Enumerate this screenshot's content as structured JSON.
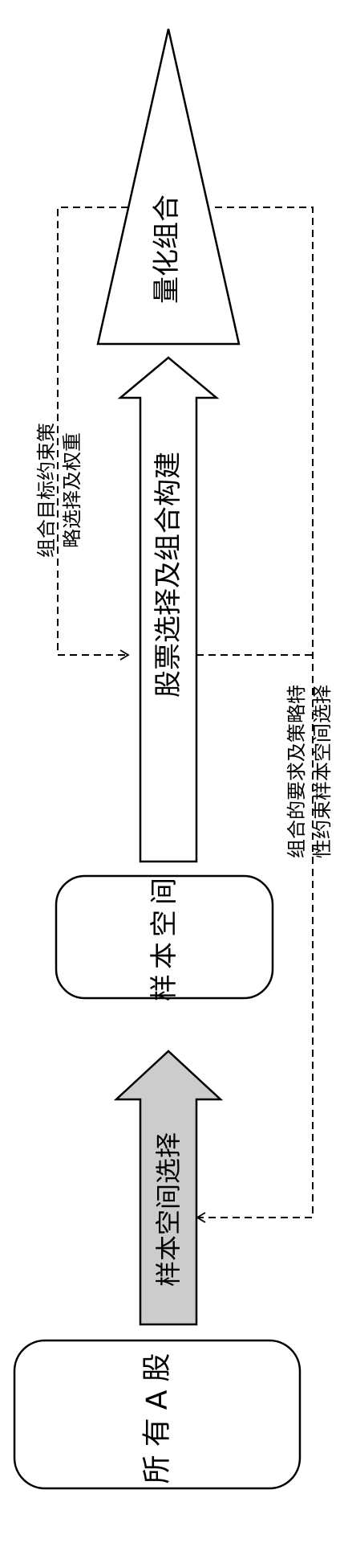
{
  "labels": {
    "all_a_shares": "所有A股",
    "sample_space": "样本空间",
    "sample_space_selection": "样本空间选择",
    "stock_selection": "股票选择及组合构建",
    "quant_portfolio": "量化组合",
    "note_portfolio_target_line1": "组合目标约束策",
    "note_portfolio_target_line2": "略选择及权重",
    "note_requirements_line1": "组合的要求及策略特",
    "note_requirements_line2": "性约束样本空间选择"
  },
  "colors": {
    "stroke": "#000000",
    "fill_white": "#ffffff",
    "fill_gray_arrow": "#cccccc"
  }
}
